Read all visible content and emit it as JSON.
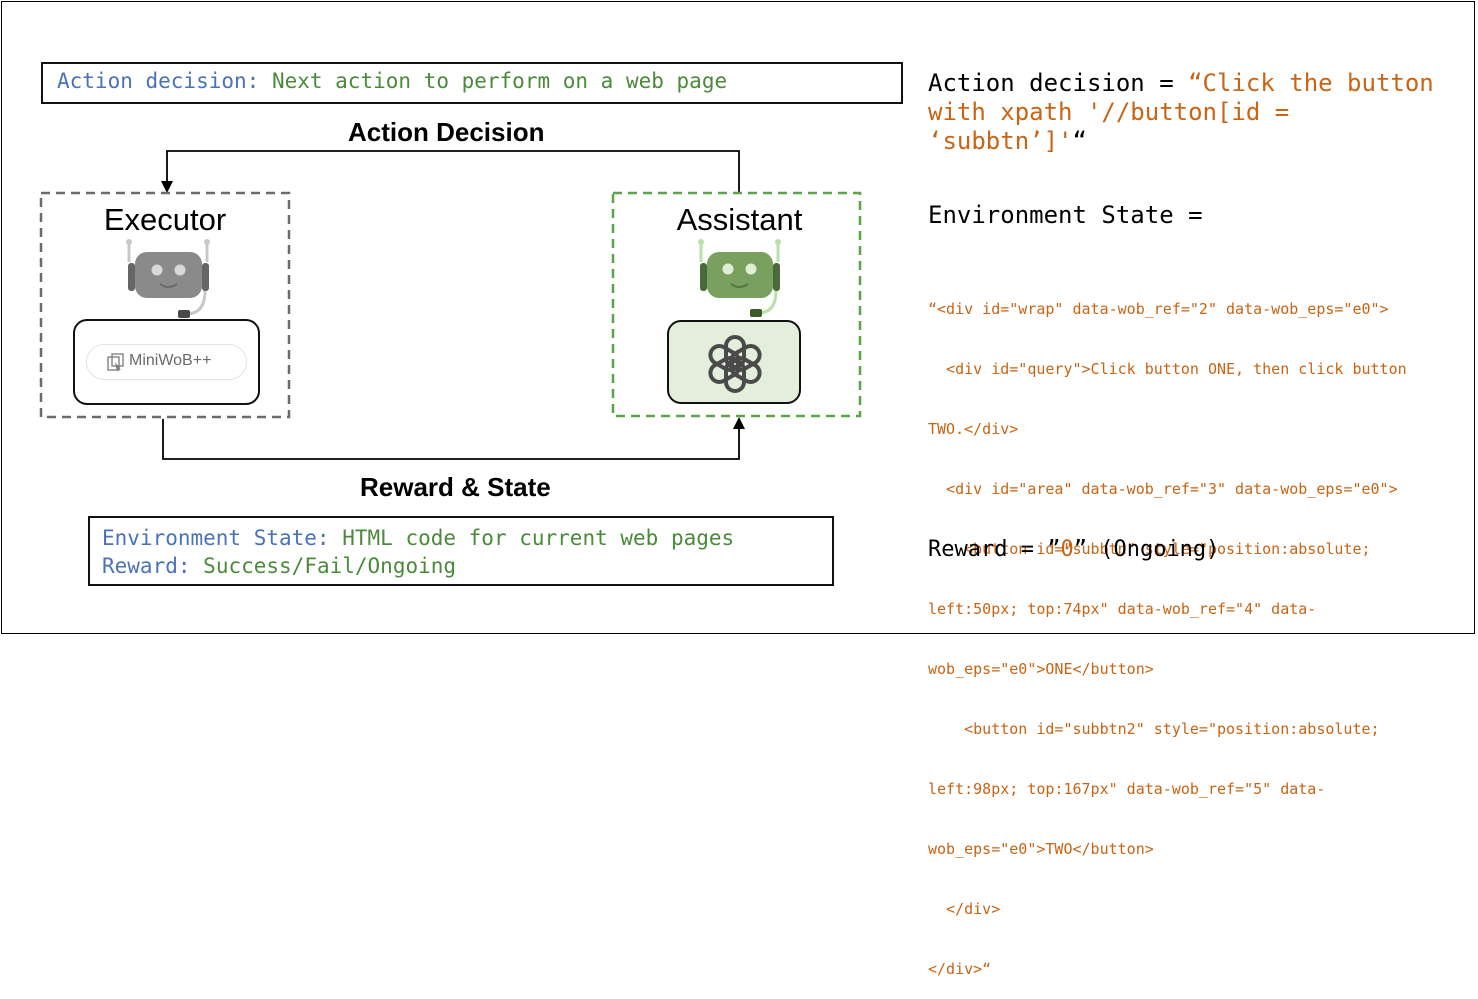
{
  "top_box": {
    "key": "Action decision:",
    "value": "Next action to perform on a web page"
  },
  "loop": {
    "top_label": "Action Decision",
    "bottom_label": "Reward & State"
  },
  "executor": {
    "label": "Executor",
    "icon": "robot-icon",
    "module_text": "MiniWoB++",
    "module_icon": "miniwob-logo-icon",
    "border_color": "#6b6b6b"
  },
  "assistant": {
    "label": "Assistant",
    "icon": "robot-icon",
    "module_icon": "openai-logo-icon",
    "border_color": "#5aa548",
    "module_fill": "#e3efdc"
  },
  "bottom_box": {
    "env_key": "Environment State:",
    "env_value": "HTML code for current web pages",
    "reward_key": "Reward:",
    "reward_value": "Success/Fail/Ongoing"
  },
  "right": {
    "action": {
      "label": "Action decision = ",
      "open_quote": "“",
      "line1": "Click the button",
      "line2": "with xpath '//button[id =",
      "line3": "‘subbtn’]'",
      "close_quote": "“"
    },
    "env": {
      "label": "Environment State =",
      "code_lines": [
        "“<div id=\"wrap\" data-wob_ref=\"2\" data-wob_eps=\"e0\">",
        "  <div id=\"query\">Click button ONE, then click button",
        "TWO.</div>",
        "  <div id=\"area\" data-wob_ref=\"3\" data-wob_eps=\"e0\">",
        "    <button id=\"subbtn\" style=\"position:absolute;",
        "left:50px; top:74px\" data-wob_ref=\"4\" data-",
        "wob_eps=\"e0\">ONE</button>",
        "    <button id=\"subbtn2\" style=\"position:absolute;",
        "left:98px; top:167px\" data-wob_ref=\"5\" data-",
        "wob_eps=\"e0\">TWO</button>",
        "  </div>",
        "</div>“"
      ]
    },
    "reward": {
      "label": "Reward = ",
      "open_quote": "”",
      "value": "0",
      "close_quote": "”",
      "status": " (Ongoing)"
    }
  },
  "colors": {
    "key_blue": "#4a72b8",
    "value_green": "#4a8a3a",
    "code_orange": "#c86414"
  }
}
